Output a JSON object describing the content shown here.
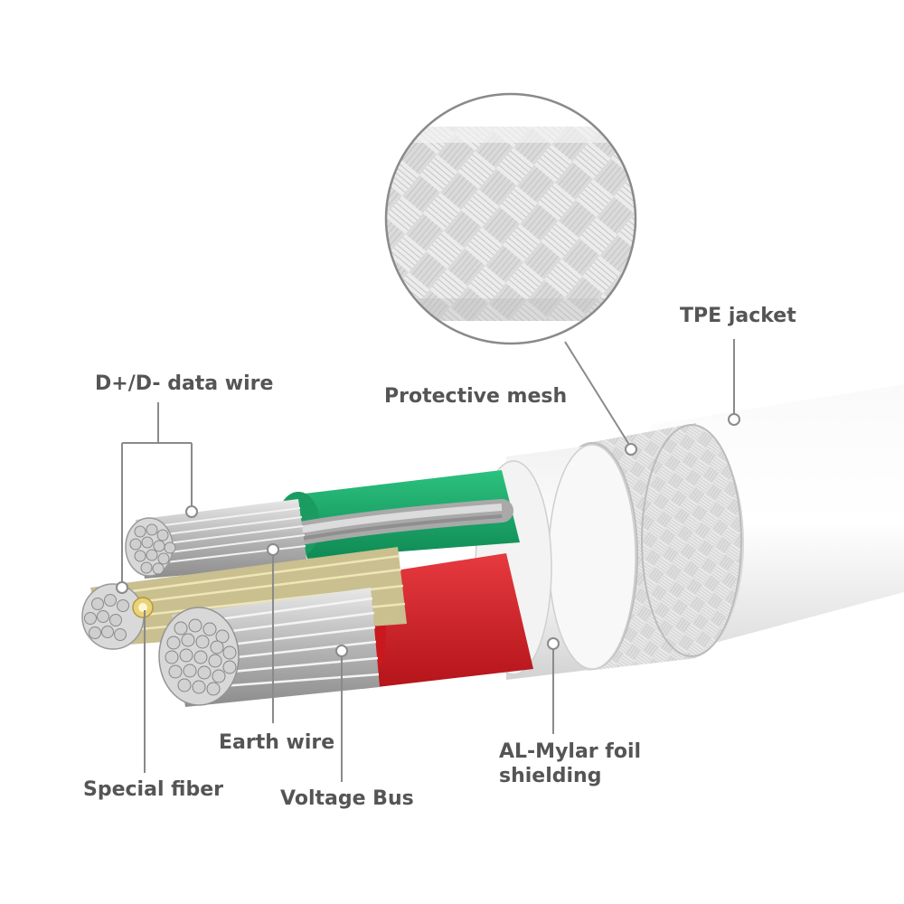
{
  "labels": {
    "tpe_jacket": "TPE jacket",
    "data_wire": "D+/D- data wire",
    "protective_mesh": "Protective mesh",
    "earth_wire": "Earth wire",
    "foil_line1": "AL-Mylar foil",
    "foil_line2": "shielding",
    "special_fiber": "Special fiber",
    "voltage_bus": "Voltage Bus"
  },
  "colors": {
    "label_text": "#555555",
    "leader_line": "#8a8a8a",
    "jacket": "#f4f4f4",
    "mesh": "#d6d6d6",
    "foil": "#ececec",
    "green_insulation": "#17a869",
    "red_insulation": "#d81f26",
    "copper_strand": "#c9c9c9",
    "fiber_strand": "#d4c26a"
  }
}
